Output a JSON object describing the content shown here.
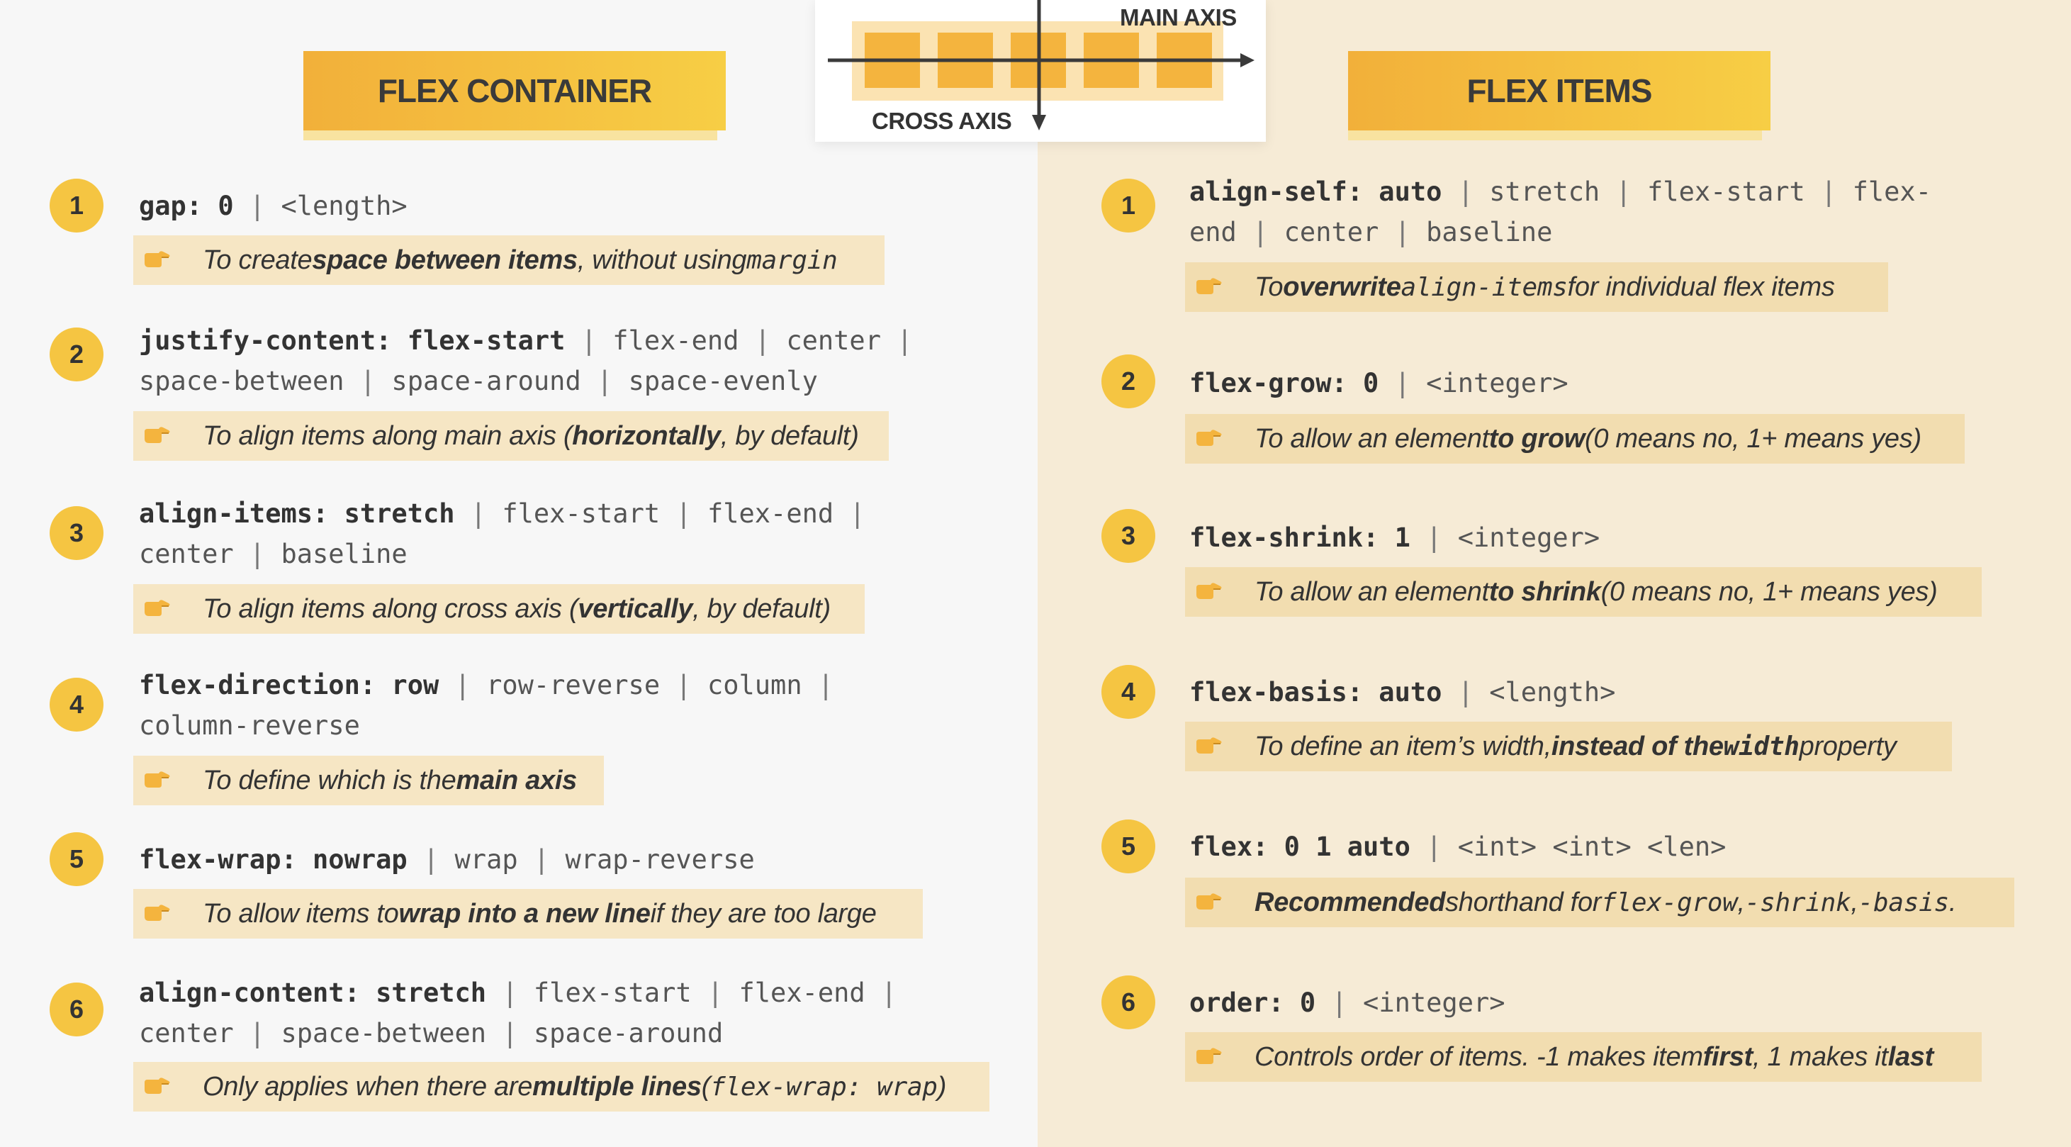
{
  "headers": {
    "left": "FLEX CONTAINER",
    "right": "FLEX ITEMS"
  },
  "diagram": {
    "main_axis": "MAIN AXIS",
    "cross_axis": "CROSS AXIS"
  },
  "colors": {
    "accent": "#f5c542",
    "left_bg": "#f7f7f7",
    "right_bg": "#f6ebd6",
    "note_bg": "#f6e6c4"
  },
  "note_icon": "pointing-hand-icon",
  "container": [
    {
      "num": "1",
      "lines": [
        [
          {
            "t": "gap: 0",
            "b": 1
          },
          {
            "t": " | ",
            "s": 1
          },
          {
            "t": "<length>"
          }
        ]
      ],
      "note": [
        {
          "t": "To create "
        },
        {
          "t": "space between items",
          "b": 1
        },
        {
          "t": ", without using "
        },
        {
          "t": "margin",
          "m": 1
        }
      ]
    },
    {
      "num": "2",
      "lines": [
        [
          {
            "t": "justify-content: flex-start",
            "b": 1
          },
          {
            "t": " | ",
            "s": 1
          },
          {
            "t": "flex-end"
          },
          {
            "t": " | ",
            "s": 1
          },
          {
            "t": "center"
          },
          {
            "t": " |",
            "s": 1
          }
        ],
        [
          {
            "t": "space-between"
          },
          {
            "t": " | ",
            "s": 1
          },
          {
            "t": "space-around"
          },
          {
            "t": " | ",
            "s": 1
          },
          {
            "t": "space-evenly"
          }
        ]
      ],
      "note": [
        {
          "t": "To align items along main axis ("
        },
        {
          "t": "horizontally",
          "b": 1
        },
        {
          "t": ", by default)"
        }
      ]
    },
    {
      "num": "3",
      "lines": [
        [
          {
            "t": "align-items: stretch",
            "b": 1
          },
          {
            "t": " | ",
            "s": 1
          },
          {
            "t": "flex-start"
          },
          {
            "t": " | ",
            "s": 1
          },
          {
            "t": "flex-end"
          },
          {
            "t": " |",
            "s": 1
          }
        ],
        [
          {
            "t": "center"
          },
          {
            "t": " | ",
            "s": 1
          },
          {
            "t": "baseline"
          }
        ]
      ],
      "note": [
        {
          "t": "To align items along cross axis ("
        },
        {
          "t": "vertically",
          "b": 1
        },
        {
          "t": ", by default)"
        }
      ]
    },
    {
      "num": "4",
      "lines": [
        [
          {
            "t": "flex-direction: row",
            "b": 1
          },
          {
            "t": " | ",
            "s": 1
          },
          {
            "t": "row-reverse"
          },
          {
            "t": " | ",
            "s": 1
          },
          {
            "t": "column"
          },
          {
            "t": " |",
            "s": 1
          }
        ],
        [
          {
            "t": "column-reverse"
          }
        ]
      ],
      "note": [
        {
          "t": "To define which is the "
        },
        {
          "t": "main axis",
          "b": 1
        }
      ]
    },
    {
      "num": "5",
      "lines": [
        [
          {
            "t": "flex-wrap: nowrap",
            "b": 1
          },
          {
            "t": " | ",
            "s": 1
          },
          {
            "t": "wrap"
          },
          {
            "t": " | ",
            "s": 1
          },
          {
            "t": "wrap-reverse"
          }
        ]
      ],
      "note": [
        {
          "t": "To allow items to "
        },
        {
          "t": "wrap into a new line",
          "b": 1
        },
        {
          "t": " if they are too large"
        }
      ]
    },
    {
      "num": "6",
      "lines": [
        [
          {
            "t": "align-content: stretch",
            "b": 1
          },
          {
            "t": " | ",
            "s": 1
          },
          {
            "t": "flex-start"
          },
          {
            "t": " | ",
            "s": 1
          },
          {
            "t": "flex-end"
          },
          {
            "t": " |",
            "s": 1
          }
        ],
        [
          {
            "t": "center"
          },
          {
            "t": " | ",
            "s": 1
          },
          {
            "t": "space-between"
          },
          {
            "t": " | ",
            "s": 1
          },
          {
            "t": "space-around"
          }
        ]
      ],
      "note": [
        {
          "t": "Only applies when there are "
        },
        {
          "t": "multiple lines",
          "b": 1
        },
        {
          "t": " ("
        },
        {
          "t": "flex-wrap: wrap",
          "m": 1
        },
        {
          "t": ")"
        }
      ]
    }
  ],
  "items": [
    {
      "num": "1",
      "lines": [
        [
          {
            "t": "align-self: auto",
            "b": 1
          },
          {
            "t": " | ",
            "s": 1
          },
          {
            "t": "stretch"
          },
          {
            "t": " | ",
            "s": 1
          },
          {
            "t": "flex-start"
          },
          {
            "t": " | ",
            "s": 1
          },
          {
            "t": "flex-"
          }
        ],
        [
          {
            "t": "end"
          },
          {
            "t": " | ",
            "s": 1
          },
          {
            "t": "center"
          },
          {
            "t": " | ",
            "s": 1
          },
          {
            "t": "baseline"
          }
        ]
      ],
      "note": [
        {
          "t": "To "
        },
        {
          "t": "overwrite",
          "b": 1
        },
        {
          "t": " "
        },
        {
          "t": "align-items",
          "m": 1
        },
        {
          "t": " for individual flex items"
        }
      ]
    },
    {
      "num": "2",
      "lines": [
        [
          {
            "t": "flex-grow: 0",
            "b": 1
          },
          {
            "t": " | ",
            "s": 1
          },
          {
            "t": "<integer>"
          }
        ]
      ],
      "note": [
        {
          "t": "To allow an element "
        },
        {
          "t": "to grow",
          "b": 1
        },
        {
          "t": " (0 means no, 1+ means yes)"
        }
      ]
    },
    {
      "num": "3",
      "lines": [
        [
          {
            "t": "flex-shrink: 1",
            "b": 1
          },
          {
            "t": " | ",
            "s": 1
          },
          {
            "t": "<integer>"
          }
        ]
      ],
      "note": [
        {
          "t": "To allow an element "
        },
        {
          "t": "to shrink",
          "b": 1
        },
        {
          "t": " (0 means no, 1+ means yes)"
        }
      ]
    },
    {
      "num": "4",
      "lines": [
        [
          {
            "t": "flex-basis: auto",
            "b": 1
          },
          {
            "t": " | ",
            "s": 1
          },
          {
            "t": "<length>"
          }
        ]
      ],
      "note": [
        {
          "t": "To define an item’s width, "
        },
        {
          "t": "instead of the ",
          "b": 1
        },
        {
          "t": "width",
          "mb": 1
        },
        {
          "t": " property"
        }
      ]
    },
    {
      "num": "5",
      "lines": [
        [
          {
            "t": "flex: 0 1 auto",
            "b": 1
          },
          {
            "t": " | ",
            "s": 1
          },
          {
            "t": "<int> <int> <len>"
          }
        ]
      ],
      "note": [
        {
          "t": "Recommended",
          "b": 1
        },
        {
          "t": " shorthand for "
        },
        {
          "t": "flex-grow",
          "m": 1
        },
        {
          "t": ", "
        },
        {
          "t": "-shrink",
          "m": 1
        },
        {
          "t": ", "
        },
        {
          "t": "-basis",
          "m": 1
        },
        {
          "t": "."
        }
      ]
    },
    {
      "num": "6",
      "lines": [
        [
          {
            "t": "order: 0",
            "b": 1
          },
          {
            "t": " | ",
            "s": 1
          },
          {
            "t": "<integer>"
          }
        ]
      ],
      "note": [
        {
          "t": "Controls order of items. -1 makes item "
        },
        {
          "t": "first",
          "b": 1
        },
        {
          "t": ", 1 makes it "
        },
        {
          "t": "last",
          "b": 1
        }
      ]
    }
  ]
}
